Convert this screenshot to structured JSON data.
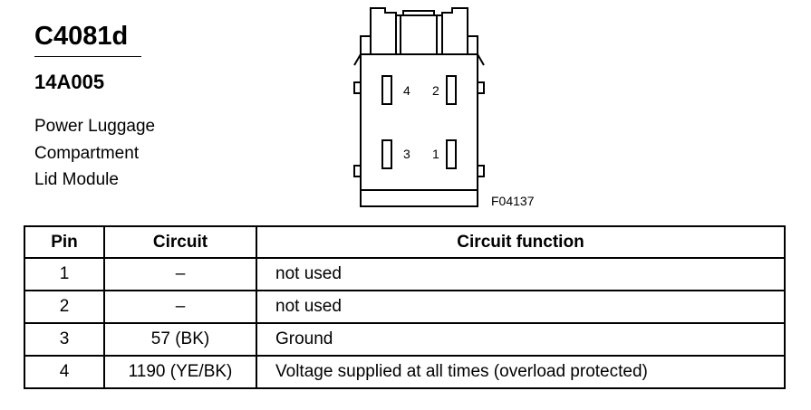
{
  "connector": {
    "id": "C4081d",
    "part_number": "14A005",
    "description_lines": [
      "Power Luggage",
      "Compartment",
      "Lid Module"
    ]
  },
  "diagram": {
    "figure_code": "F04137",
    "pin_labels": [
      "4",
      "2",
      "3",
      "1"
    ]
  },
  "table": {
    "headers": {
      "pin": "Pin",
      "circuit": "Circuit",
      "function": "Circuit function"
    },
    "rows": [
      {
        "pin": "1",
        "circuit": "–",
        "function": "not used"
      },
      {
        "pin": "2",
        "circuit": "–",
        "function": "not used"
      },
      {
        "pin": "3",
        "circuit": "57 (BK)",
        "function": "Ground"
      },
      {
        "pin": "4",
        "circuit": "1190 (YE/BK)",
        "function": "Voltage supplied at all times (overload protected)"
      }
    ]
  }
}
